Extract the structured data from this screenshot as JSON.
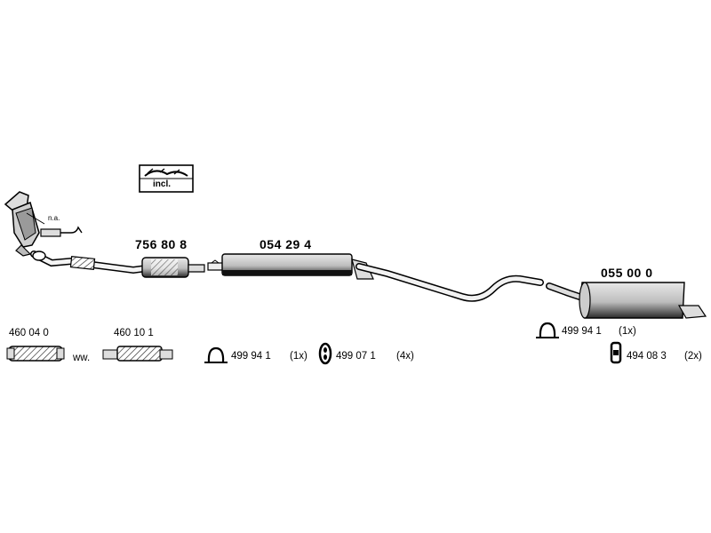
{
  "diagram": {
    "kit_box": {
      "label": "incl."
    },
    "sensor_note": "n.a.",
    "parts": {
      "front_pipe": "756 80 8",
      "center_silencer": "054 29 4",
      "rear_silencer": "055 00 0"
    },
    "flex_pipes": {
      "short": "460 04 0",
      "long": "460 10 1",
      "separator": "ww."
    },
    "hardware": {
      "clamp_center": {
        "number": "499 94 1",
        "qty": "(1x)"
      },
      "hanger_ring": {
        "number": "499 07 1",
        "qty": "(4x)"
      },
      "clamp_rear": {
        "number": "499 94 1",
        "qty": "(1x)"
      },
      "rubber_mount": {
        "number": "494 08 3",
        "qty": "(2x)"
      }
    }
  }
}
